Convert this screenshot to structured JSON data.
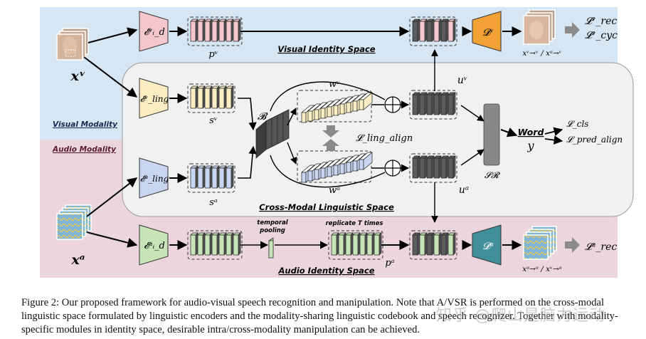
{
  "figure": {
    "spaces": {
      "visual_identity": "Visual Identity Space",
      "audio_identity": "Audio Identity Space",
      "cross_modal": "Cross-Modal Linguistic Space"
    },
    "modalities": {
      "visual": "Visual Modality",
      "audio": "Audio Modality"
    },
    "modules": {
      "enc_id_v": "𝓔ᵛᵢ_d",
      "enc_ling_v": "𝓔ᵛ_ling",
      "enc_ling_a": "𝓔ᵃ_ling",
      "enc_id_a": "𝓔ᵃᵢ_d",
      "dec_v": "𝓓ᵛ",
      "dec_a": "𝓓ᵃ",
      "codebook": "𝓑",
      "sr": "𝓢𝓡"
    },
    "vars": {
      "xv": "xᵛ",
      "xa": "xᵃ",
      "pv": "pᵛ",
      "pa": "pᵃ",
      "sv": "sᵛ",
      "sa": "sᵃ",
      "wv": "wᵛ",
      "wa": "wᵃ",
      "uv": "uᵛ",
      "ua": "uᵃ",
      "out_v": "xᵛ→ᵛ / xᵃ→ᵛ",
      "out_a": "xᵃ→ᵃ / xᵛ→ᵃ"
    },
    "ops": {
      "temporal_pooling_1": "temporal",
      "temporal_pooling_2": "pooling",
      "replicate": "replicate T times"
    },
    "losses": {
      "rec_v": "𝓛ᵛ_rec",
      "cyc_v": "𝓛ᵛ_cyc",
      "rec_a": "𝓛ᵃ_rec",
      "ling_align": "𝓛_ling_align",
      "cls": "𝓛_cls",
      "pred_align": "𝓛_pred_align"
    },
    "word": {
      "title": "Word",
      "var": "y"
    }
  },
  "caption": "Figure 2: Our proposed framework for audio-visual speech recognition and manipulation. Note that A/VSR is performed on the cross-modal linguistic space formulated by linguistic encoders and the modality-sharing linguistic codebook and speech recognizer. Together with modality-specific modules in identity space, desirable intra/cross-modality manipulation can be achieved.",
  "watermark": "知乎 @爬山是脑力运动",
  "colors": {
    "visual_bg": "#d6e6f3",
    "audio_bg": "#ecd6de",
    "ling_bg": "#f1f1f1",
    "pink": "#f4c7cc",
    "yellow": "#fbeec3",
    "blue": "#c8d6f2",
    "green": "#c6e4b7",
    "teal": "#3e8f99",
    "gray": "#5c5c5c",
    "arrow": "#8a8a8a"
  }
}
